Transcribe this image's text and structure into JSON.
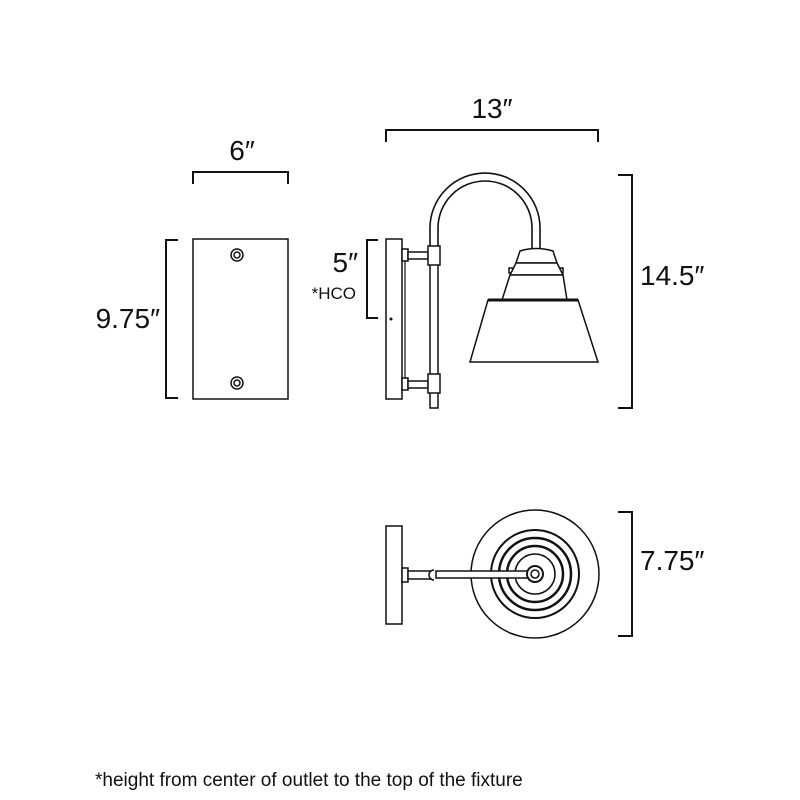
{
  "dimensions": {
    "plate_width": "6″",
    "plate_height": "9.75″",
    "fixture_extension": "13″",
    "hco_value": "5″",
    "hco_label": "*HCO",
    "fixture_height": "14.5″",
    "shade_diameter": "7.75″"
  },
  "footnote": "*height from center of outlet to the top of the fixture",
  "colors": {
    "line": "#111111",
    "background": "#ffffff"
  }
}
